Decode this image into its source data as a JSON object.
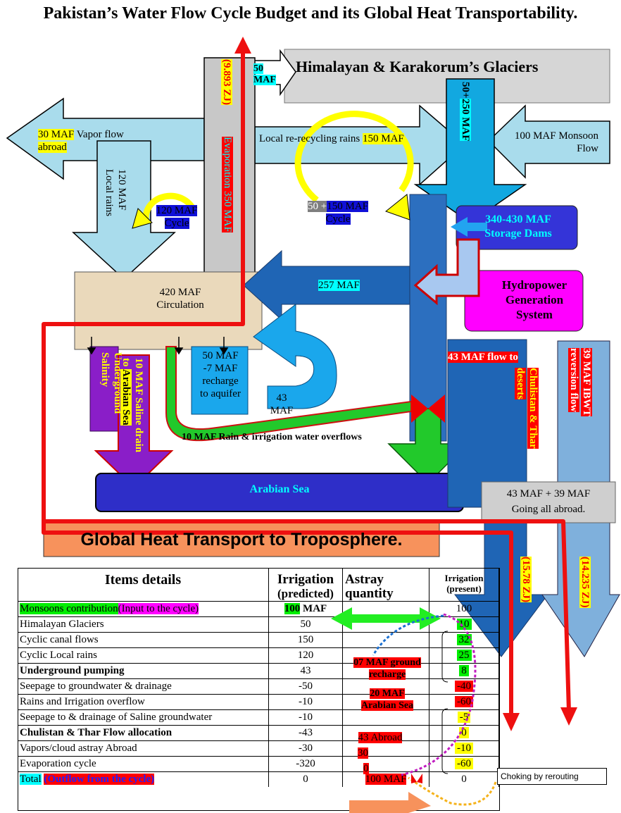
{
  "title": "Pakistan’s Water Flow Cycle Budget and its Global Heat Transportability.",
  "glaciers_label": "Himalayan & Karakorum’s Glaciers",
  "glacier_input": {
    "amount": "50",
    "unit": "MAF"
  },
  "vapor_abroad": {
    "amount": "30 MAF",
    "text1": "Vapor flow",
    "text2": "abroad"
  },
  "local_recycling": {
    "text": "Local re-recycling rains",
    "amount": "150 MAF"
  },
  "monsoon_flow": {
    "line1": "100 MAF Monsoon",
    "line2": "Flow"
  },
  "glacier_down": {
    "prefix": "50+",
    "amount": "250 MAF"
  },
  "heat_up": "(9.893 ZJ)",
  "evaporation": "Evaporation 350 MAF",
  "local_rains": {
    "line1": "120 MAF",
    "line2": "Local rains"
  },
  "small_cycle": {
    "line1": "120 MAF",
    "line2": "Cycle"
  },
  "big_cycle": {
    "prefix": "50 +",
    "amount": "150 MAF",
    "line2": "Cycle"
  },
  "storage_dams": {
    "line1": "340-430 MAF",
    "line2": "Storage Dams"
  },
  "hydropower": {
    "line1": "Hydropower",
    "line2": "Generation",
    "line3": "System"
  },
  "circulation": {
    "line1": "420 MAF",
    "line2": "Circulation"
  },
  "flow_257": "257 MAF",
  "underground_salinity": {
    "line1": "Underground",
    "line2": "Salinity"
  },
  "saline_drain": {
    "line1": "10 MAF Saline drain",
    "line2": "to",
    "line3": "Arabian Sea"
  },
  "recharge": {
    "line1": "50 MAF",
    "line2": "-7 MAF",
    "line3": "recharge",
    "line4": "to aquifer"
  },
  "flow_43": {
    "line1": "43",
    "line2": "MAF"
  },
  "overflow": "10 MAF Rain & irrigation water overflows",
  "chulistan": {
    "line1": "43 MAF flow to",
    "line2": "Chulistan & Thar",
    "line3": "deserts"
  },
  "ibwt": {
    "line1": "39 MAF IBWT",
    "line2": "reversion flow"
  },
  "arabian_sea": "Arabian Sea",
  "abroad_box": {
    "line1": "43 MAF + 39 MAF",
    "line2": "Going all abroad."
  },
  "heat_1578": "(15.78 ZJ)",
  "heat_14235": "(14.235 ZJ)",
  "global_heat": "Global Heat Transport to Troposphere.",
  "table": {
    "headers": {
      "items": "Items details",
      "irr_pred_1": "Irrigation",
      "irr_pred_2": "(predicted)",
      "astray_1": "Astray",
      "astray_2": "quantity",
      "irr_pres_1": "Irrigation",
      "irr_pres_2": "(present)"
    },
    "monsoon_row": {
      "name": "Monsoons contribution",
      "note": "(Input to the cycle)",
      "pred_num": "100",
      "pred_unit": "MAF",
      "present": "100"
    },
    "rows": [
      {
        "name": "Himalayan Glaciers",
        "pred": "50",
        "present": "10"
      },
      {
        "name": "Cyclic canal flows",
        "pred": "150",
        "present": "32"
      },
      {
        "name": "Cyclic Local rains",
        "pred": "120",
        "present": "25"
      },
      {
        "name": "Underground  pumping",
        "pred": "43",
        "present": "8"
      },
      {
        "name": "Seepage to groundwater & drainage",
        "pred": "-50",
        "present": "-40"
      },
      {
        "name": "Rains and Irrigation overflow",
        "pred": "-10",
        "present": "-60"
      },
      {
        "name": "Seepage to & drainage of Saline groundwater",
        "pred": "-10",
        "present": "-5"
      },
      {
        "name": "Chulistan & Thar Flow allocation",
        "pred": "-43",
        "present": "0"
      },
      {
        "name": " Vapors/cloud  astray  Abroad",
        "pred": "-30",
        "present": "-10"
      },
      {
        "name": "Evaporation cycle",
        "pred": "-320",
        "present": "-60"
      }
    ],
    "total_row": {
      "name": "Total",
      "note": "(Outflow from the cycle)",
      "pred": "0",
      "astray": "100 MAF",
      "present": "0"
    },
    "astray_ground": {
      "line1": "07 MAF ground",
      "line2": "recharge"
    },
    "astray_sea": {
      "line1": "20 MAF",
      "line2": "Arabian Sea"
    },
    "astray_abroad": "43 Abroad",
    "astray_30": "30",
    "astray_0": "0"
  },
  "choking": "Choking by rerouting"
}
